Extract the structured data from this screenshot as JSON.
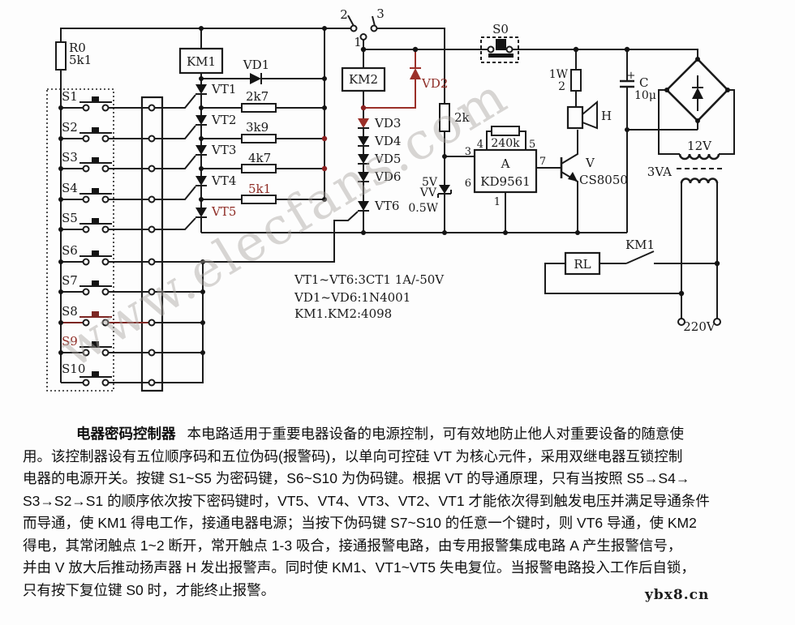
{
  "watermark": {
    "main": "www.elecfans.com",
    "corner": "ybx8.cn"
  },
  "circuit": {
    "r0_ref": "R0",
    "r0_val": "5k1",
    "km1": "KM1",
    "km2": "KM2",
    "switches": [
      "S1",
      "S2",
      "S3",
      "S4",
      "S5",
      "S6",
      "S7",
      "S8",
      "S9",
      "S10"
    ],
    "s0": "S0",
    "contact": {
      "c1": "1",
      "c2": "2",
      "c3": "3"
    },
    "vt": [
      "VT1",
      "VT2",
      "VT3",
      "VT4",
      "VT5"
    ],
    "vt6": "VT6",
    "vd1": "VD1",
    "vd2": "VD2",
    "vd_chain": [
      "VD3",
      "VD4",
      "VD5",
      "VD6"
    ],
    "r_ladder": [
      "2k7",
      "3k9",
      "4k7",
      "5k1"
    ],
    "r2k": "2k",
    "zener": {
      "v": "5V",
      "ref": "VV",
      "w": "0.5W"
    },
    "r240k": "240k",
    "ic": {
      "des": "A",
      "part": "KD9561",
      "p1": "1",
      "p3": "3",
      "p4": "4",
      "p5": "5",
      "p6": "6",
      "p7": "7"
    },
    "tr": {
      "des": "V",
      "part": "CS8050"
    },
    "spk": "H",
    "r_spk": {
      "w": "1W",
      "val": "2"
    },
    "cap": {
      "plus": "+",
      "des": "C",
      "val": "10μ"
    },
    "xfmr": {
      "sec": "12V",
      "va": "3VA",
      "mains": "220V"
    },
    "km1_contact": "KM1",
    "rl": "RL",
    "notes": [
      "VT1~VT6:3CT1   1A/-50V",
      "VD1~VD6:1N4001",
      "KM1.KM2:4098"
    ]
  },
  "description": {
    "title": "电器密码控制器",
    "lines": [
      "本电路适用于重要电器设备的电源控制，可有效地防止他人对重要设备的随意使",
      "用。该控制器设有五位顺序码和五位伪码(报警码)，以单向可控硅 VT 为核心元件，采用双继电器互锁控制",
      "电器的电源开关。按键 S1~S5 为密码键，S6~S10 为伪码键。根据 VT 的导通原理，只有当按照 S5→S4→",
      "S3→S2→S1 的顺序依次按下密码键时，VT5、VT4、VT3、VT2、VT1 才能依次得到触发电压并满足导通条件",
      "而导通，使 KM1 得电工作，接通电器电源；当按下伪码键 S7~S10 的任意一个键时，则 VT6 导通，使 KM2",
      "得电，其常闭触点 1~2 断开，常开触点 1-3 吸合，接通报警电路，由专用报警集成电路 A 产生报警信号，",
      "并由 V 放大后推动扬声器 H 发出报警声。同时使 KM1、VT1~VT5 失电复位。当报警电路投入工作后自锁，",
      "只有按下复位键 S0 时，才能终止报警。"
    ]
  }
}
